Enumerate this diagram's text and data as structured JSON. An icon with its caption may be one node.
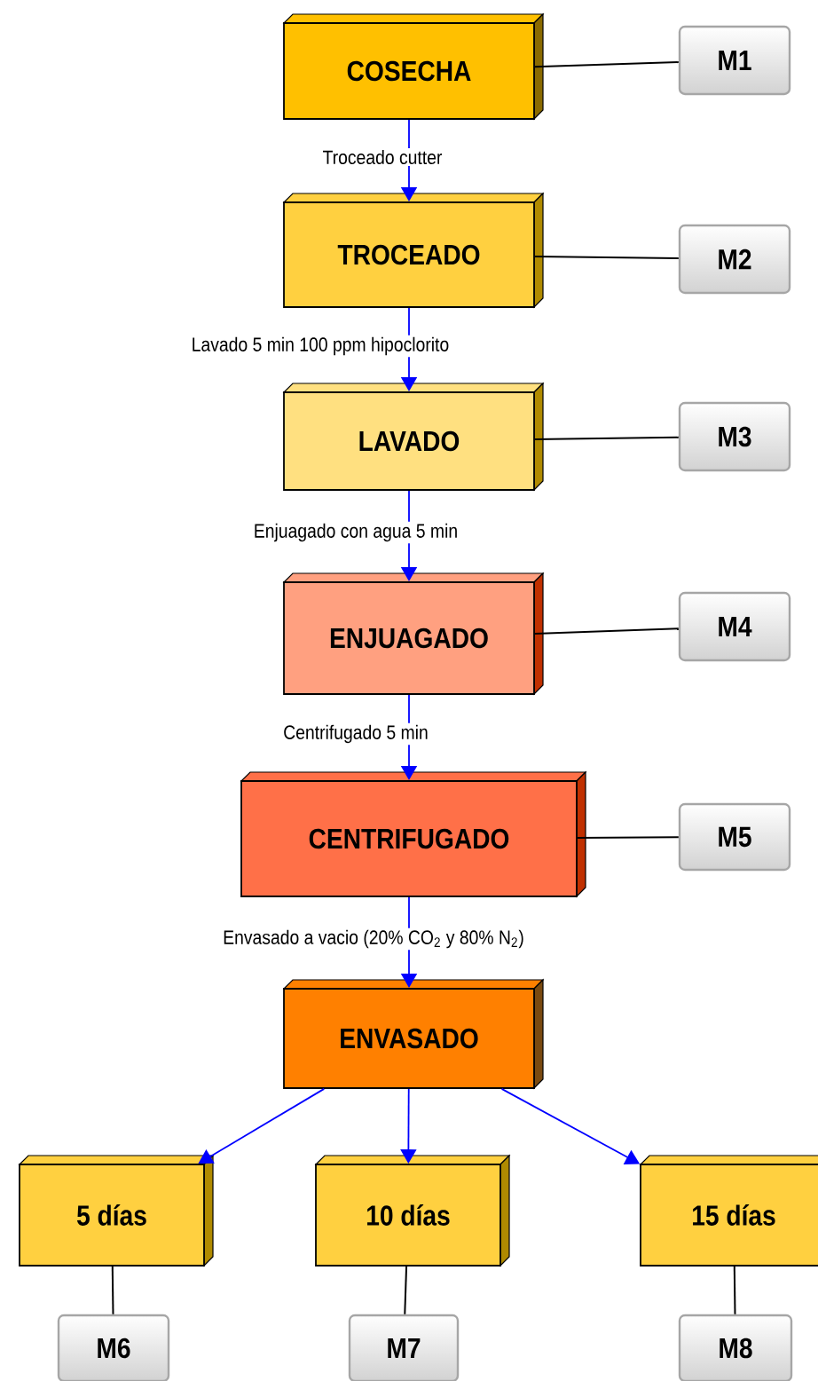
{
  "diagram": {
    "nodes": [
      {
        "text": [
          "COSECHA"
        ]
      },
      {
        "text": [
          "M1"
        ]
      },
      {
        "text": [
          "TROCEADO"
        ]
      },
      {
        "text": [
          "M2"
        ]
      },
      {
        "text": [
          "LAVADO"
        ]
      },
      {
        "text": [
          "M3"
        ]
      },
      {
        "text": [
          "ENJUAGADO"
        ]
      },
      {
        "text": [
          "M4"
        ]
      },
      {
        "text": [
          "CENTRIFUGADO"
        ]
      },
      {
        "text": [
          "M5"
        ]
      },
      {
        "text": [
          "ENVASADO"
        ]
      },
      {
        "text": [
          "5 días"
        ]
      },
      {
        "text": [
          "10 días"
        ]
      },
      {
        "text": [
          "15 días"
        ]
      },
      {
        "text": [
          "M6"
        ]
      },
      {
        "text": [
          "M7"
        ]
      },
      {
        "text": [
          "M8"
        ]
      }
    ],
    "edges": [
      {
        "from": 0,
        "to": 2,
        "arrow": "to",
        "label": "Troceado cutter",
        "color": "#0000ff"
      },
      {
        "from": 2,
        "to": 4,
        "arrow": "to",
        "label": "Lavado 5 min 100 ppm hipoclorito",
        "color": "#0000ff"
      },
      {
        "from": 4,
        "to": 6,
        "arrow": "to",
        "label": "Enjuagado con agua 5 min",
        "color": "#0000ff"
      },
      {
        "from": 6,
        "to": 8,
        "arrow": "to",
        "label": "Centrifugado 5 min",
        "color": "#0000ff"
      },
      {
        "from": 8,
        "to": 10,
        "arrow": "to",
        "label": "Envasado a vacio (20% CO$_{2}$ y 80% N$_{2}$)",
        "color": "#0000ff"
      },
      {
        "from": 10,
        "to": 11,
        "arrow": "to",
        "color": "#0000ff"
      },
      {
        "from": 10,
        "to": 12,
        "arrow": "to",
        "color": "#0000ff"
      },
      {
        "from": 10,
        "to": 13,
        "arrow": "to",
        "color": "#0000ff"
      },
      {
        "from": 0,
        "to": 1,
        "arrow": "none",
        "color": "#000000"
      },
      {
        "from": 2,
        "to": 3,
        "arrow": "none",
        "color": "#000000"
      },
      {
        "from": 4,
        "to": 5,
        "arrow": "none",
        "color": "#000000"
      },
      {
        "from": 6,
        "to": 7,
        "arrow": "none",
        "color": "#000000"
      },
      {
        "from": 8,
        "to": 9,
        "arrow": "none",
        "color": "#000000"
      },
      {
        "from": 11,
        "to": 14,
        "arrow": "none",
        "color": "#000000"
      },
      {
        "from": 12,
        "to": 15,
        "arrow": "none",
        "color": "#000000"
      },
      {
        "from": 13,
        "to": 16,
        "arrow": "none",
        "color": "#000000"
      }
    ]
  }
}
